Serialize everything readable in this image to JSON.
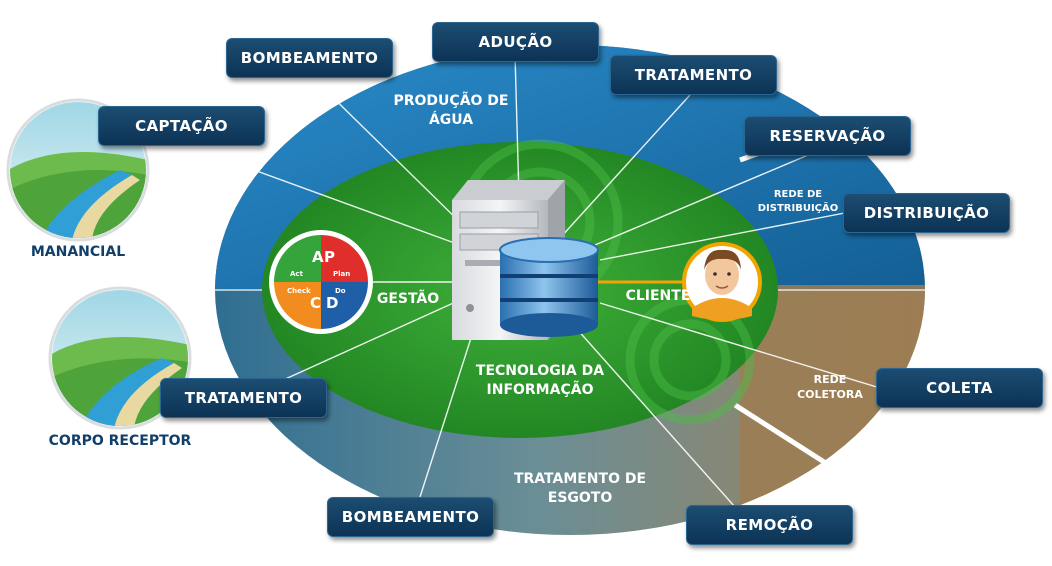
{
  "labels": {
    "bombeamento_top": "BOMBEAMENTO",
    "aducao": "ADUÇÃO",
    "tratamento_top": "TRATAMENTO",
    "captacao": "CAPTAÇÃO",
    "reservacao": "RESERVAÇÃO",
    "distribuicao": "DISTRIBUIÇÃO",
    "tratamento_left": "TRATAMENTO",
    "coleta": "COLETA",
    "bombeamento_bottom": "BOMBEAMENTO",
    "remocao": "REMOÇÃO"
  },
  "zones": {
    "producao_1": "PRODUÇÃO DE",
    "producao_2": "ÁGUA",
    "rede_dist_1": "REDE DE",
    "rede_dist_2": "DISTRIBUIÇÃO",
    "rede_col_1": "REDE",
    "rede_col_2": "COLETORA",
    "trat_esg_1": "TRATAMENTO DE",
    "trat_esg_2": "ESGOTO",
    "gestao": "GESTÃO",
    "cliente": "CLIENTE",
    "ti_1": "TECNOLOGIA DA",
    "ti_2": "INFORMAÇÃO"
  },
  "circles": {
    "manancial": "MANANCIAL",
    "corpo_receptor": "CORPO RECEPTOR"
  },
  "pdca": {
    "a": "A",
    "p": "P",
    "c": "C",
    "d": "D",
    "act": "Act",
    "plan": "Plan",
    "check": "Check",
    "do": "Do"
  },
  "colors": {
    "blue_zone": "#1a78b4",
    "gray_zone": "#4d8aa3",
    "brown_zone": "#9a7a52",
    "green_core": "#2f9b2a",
    "box_fill": "#0f3a5e",
    "pdca_green": "#35a43a",
    "pdca_red": "#e02f2a",
    "pdca_orange": "#f28c1e",
    "pdca_blue": "#1f5fa8"
  }
}
